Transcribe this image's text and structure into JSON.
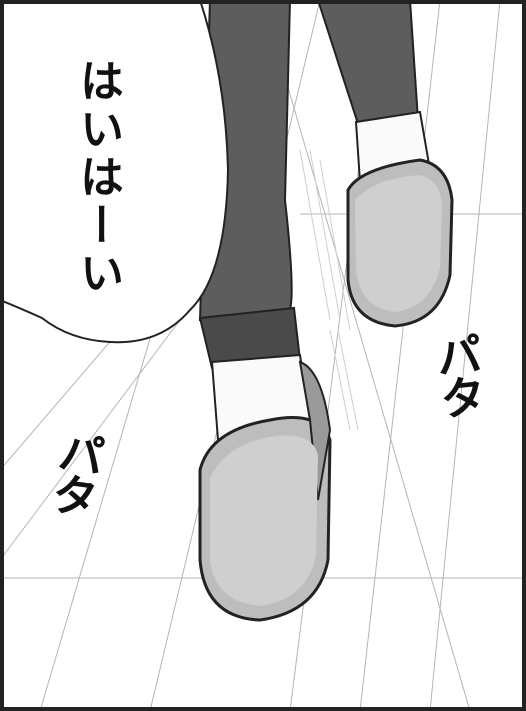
{
  "panel": {
    "speech_text": "はいはーい",
    "sfx_right": "パタ",
    "sfx_left": "パタ"
  }
}
